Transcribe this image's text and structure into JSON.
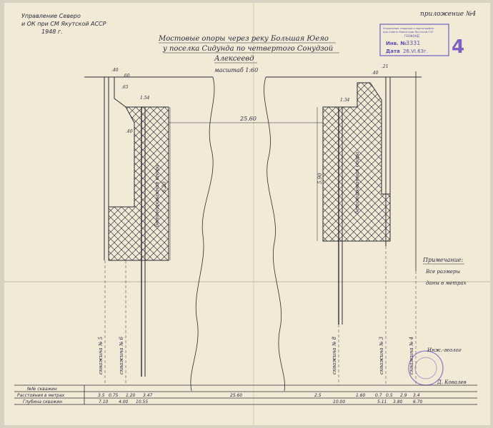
{
  "header": {
    "appendix": "приложение №4",
    "left_note_1": "Управление Северо",
    "left_note_2": "и ОК при СМ Якутской АССР",
    "left_note_3": "1948 г.",
    "title_1": "Мостовые опоры через реку Большая Юеяо",
    "title_2": "у поселка Сидунда по четвертого Сонудзой",
    "title_3": "Алексеевд",
    "scale": "масштаб 1:60"
  },
  "stamp": {
    "line1": "Управление геодезии и картографии",
    "line2": "при Совете Министров Якутской ССР",
    "line3": "ГЕОФОНД",
    "inv_label": "Инв. №",
    "inv_value": "3331",
    "date_label": "Дата",
    "date_value": "26.VI.63г.",
    "big_number": "4"
  },
  "dimensions": {
    "span": "25.60",
    "left_height": "6.20",
    "right_height": "5.90",
    "top_left_a": ".40",
    "top_left_b": ".60",
    "top_left_c": "1.54",
    "top_left_d": ".65",
    "top_left_e": ".40",
    "top_right_a": ".21",
    "top_right_b": ".40",
    "top_right_c": "1.34"
  },
  "wells": {
    "w5": "скважина № 5",
    "w6": "скважина № 6",
    "w8": "скважина № 8",
    "w3": "скважина № 3",
    "w4": "скважина № 4"
  },
  "pier_labels": {
    "left": "бетонированная опора",
    "right": "бетонированная опора"
  },
  "note": {
    "title": "Примечание:",
    "line1": "Все размеры",
    "line2": "даны в метрах"
  },
  "signature": {
    "role": "Инж.-геолог",
    "name": "Д. Ковалев"
  },
  "table": {
    "row1_label": "№№ скважин",
    "row2_label": "Расстояния в метрах",
    "row3_label": "Глубина скважин",
    "row2_values": [
      "3.5",
      "0.75",
      "1.20",
      "3.47",
      "25.60",
      "2.5",
      "1.60",
      "0.7",
      "0.5",
      "2.9",
      "3.4"
    ],
    "row3_values": [
      "7.10",
      "4.00",
      "10.55",
      "10.00",
      "5.11",
      "3.80",
      "6.70"
    ]
  },
  "colors": {
    "paper": "#f2ead6",
    "ink": "#2b2b35",
    "stamp": "#5a4fb0"
  }
}
